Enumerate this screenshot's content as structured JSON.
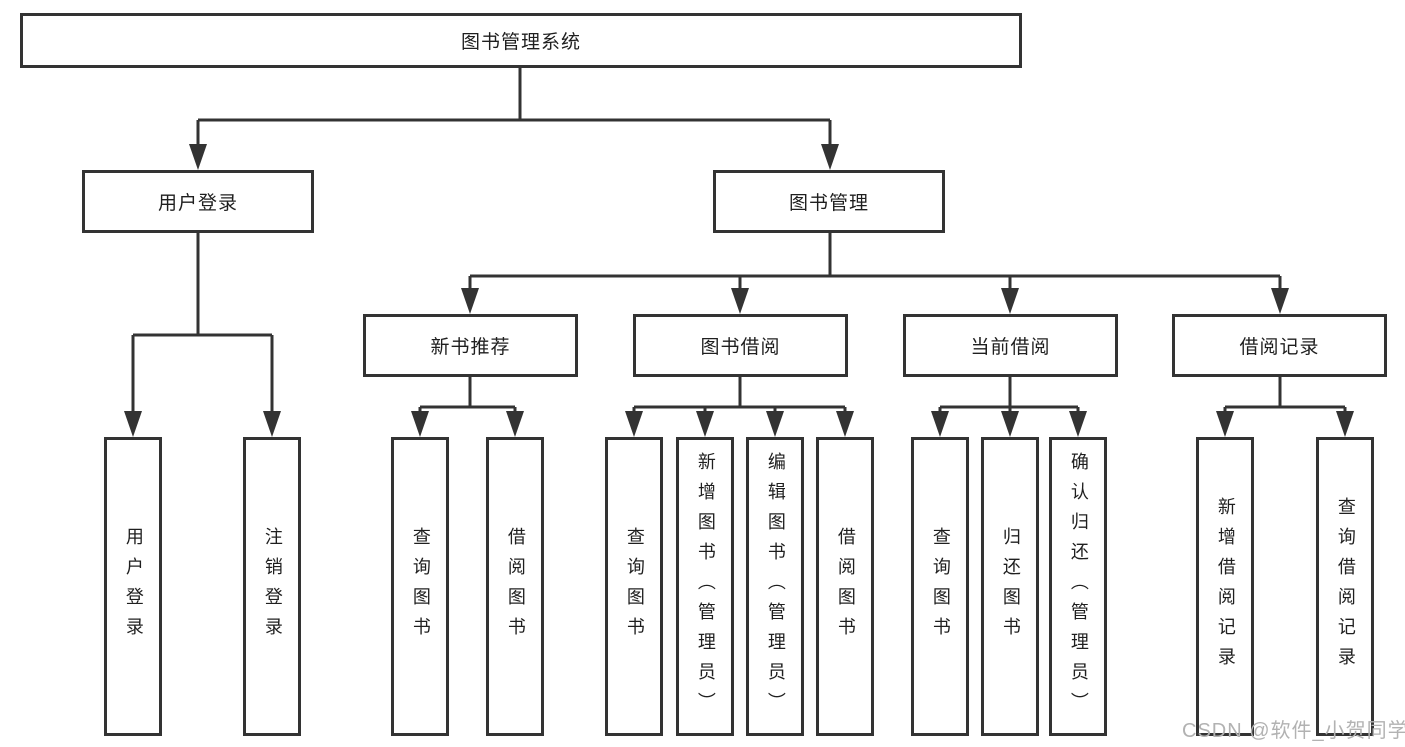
{
  "colors": {
    "background": "#ffffff",
    "line": "#333333",
    "text": "#1f1f1f",
    "watermark": "#b2b2b2"
  },
  "diagram": {
    "root": {
      "label": "图书管理系统"
    },
    "user_login": {
      "label": "用户登录",
      "children": {
        "login": {
          "label": "用户登录"
        },
        "logout": {
          "label": "注销登录"
        }
      }
    },
    "book_management": {
      "label": "图书管理",
      "children": {
        "new_book_recommend": {
          "label": "新书推荐",
          "children": {
            "query_books": {
              "label": "查询图书"
            },
            "borrow_books": {
              "label": "借阅图书"
            }
          }
        },
        "book_borrowing": {
          "label": "图书借阅",
          "children": {
            "query_books": {
              "label": "查询图书"
            },
            "add_books": {
              "label": "新增图书（管理员）"
            },
            "edit_books": {
              "label": "编辑图书（管理员）"
            },
            "borrow_books": {
              "label": "借阅图书"
            }
          }
        },
        "current_borrowing": {
          "label": "当前借阅",
          "children": {
            "query_books": {
              "label": "查询图书"
            },
            "return_books": {
              "label": "归还图书"
            },
            "confirm_return": {
              "label": "确认归还（管理员）"
            }
          }
        },
        "borrowing_records": {
          "label": "借阅记录",
          "children": {
            "add_record": {
              "label": "新增借阅记录"
            },
            "query_record": {
              "label": "查询借阅记录"
            }
          }
        }
      }
    }
  },
  "watermark": {
    "text": "CSDN @软件_小贺同学"
  }
}
